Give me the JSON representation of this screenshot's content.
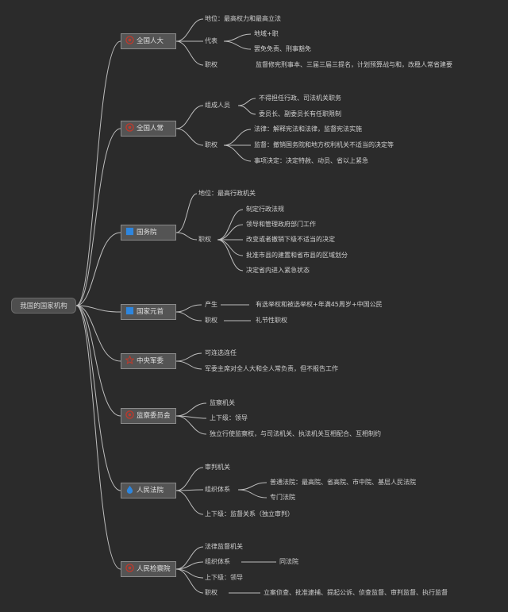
{
  "root": "我国的国家机构",
  "nodes": {
    "npc": {
      "label": "全国人大",
      "l1": "地位：最高权力和最高立法",
      "l2": "代表",
      "l2a": "地域+职",
      "l2b": "罢免免责、刑事豁免",
      "l3": "职权",
      "l3a": "监督修宪刑事本、三届三届三提名，计划预算战与和，改稳人常省建要"
    },
    "npcsc": {
      "label": "全国人常",
      "l1": "组成人员",
      "l1a": "不得担任行政、司法机关职务",
      "l1b": "委员长、副委员长有任职限制",
      "l2": "职权",
      "l2a": "法律：解释宪法和法律，监督宪法实施",
      "l2b": "监督：撤销国务院和地方权利机关不适当的决定等",
      "l2c": "事项决定：决定特赦、动员、省以上紧急"
    },
    "state_council": {
      "label": "国务院",
      "l1": "地位：最高行政机关",
      "l2": "职权",
      "items": [
        "制定行政法规",
        "领导和管理政府部门工作",
        "改变或者撤销下级不适当的决定",
        "批准市县的建置和省市县的区域划分",
        "决定省内进入紧急状态"
      ]
    },
    "president": {
      "label": "国家元首",
      "l1": "产生",
      "l1a": "有选举权和被选举权+年满45周岁+中国公民",
      "l2": "职权",
      "l2a": "礼节性职权"
    },
    "cmc": {
      "label": "中央军委",
      "l1": "可连选连任",
      "l2": "军委主席对全人大和全人常负责，但不报告工作"
    },
    "supervision": {
      "label": "监察委员会",
      "l1": "监察机关",
      "l2": "上下级：领导",
      "l3": "独立行使监察权，与司法机关、执法机关互相配合、互相制约"
    },
    "court": {
      "label": "人民法院",
      "l1": "审判机关",
      "l2": "组织体系",
      "l2a": "普通法院：最高院、省高院、市中院、基层人民法院",
      "l2b": "专门法院",
      "l3": "上下级：监督关系（独立审判）"
    },
    "procuratorate": {
      "label": "人民检察院",
      "l1": "法律监督机关",
      "l2": "组织体系",
      "l2a": "同法院",
      "l3": "上下级：领导",
      "l4": "职权",
      "l4a": "立案侦查、批准逮捕、提起公诉、侦查监督、审判监督、执行监督"
    }
  },
  "colors": {
    "background": "#2b2b2b",
    "node_bg": "#545454",
    "line": "#bdbdbd",
    "red_icon": "#c0392b",
    "blue_icon": "#2e86de"
  }
}
